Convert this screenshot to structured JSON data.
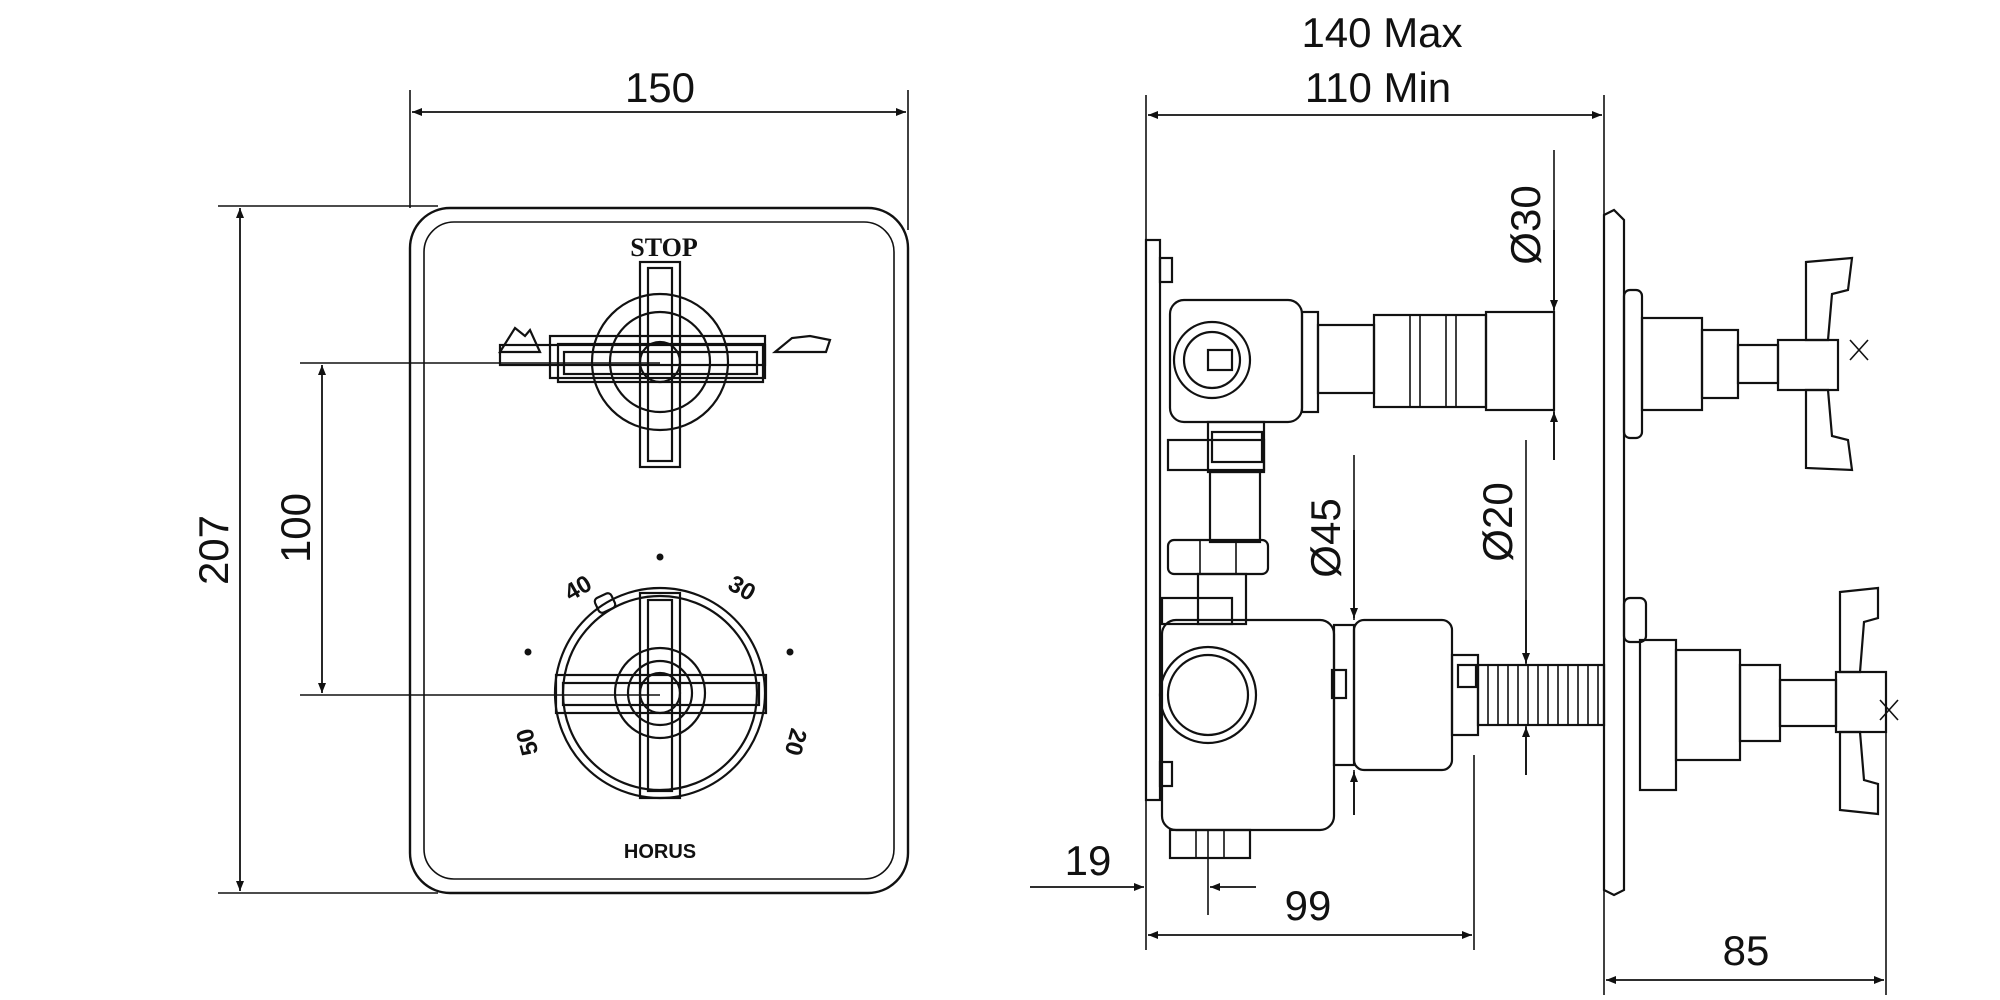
{
  "front_view": {
    "width_dim": "150",
    "height_dim": "207",
    "center_distance_dim": "100",
    "stop_label": "STOP",
    "scale_labels": [
      "40",
      "30",
      "50",
      "20"
    ],
    "brand": "HORUS"
  },
  "side_view": {
    "depth_max": "140 Max",
    "depth_min": "110 Min",
    "dia_30": "Ø30",
    "dia_45": "Ø45",
    "dia_20": "Ø20",
    "dim_19": "19",
    "dim_99": "99",
    "dim_85": "85"
  }
}
